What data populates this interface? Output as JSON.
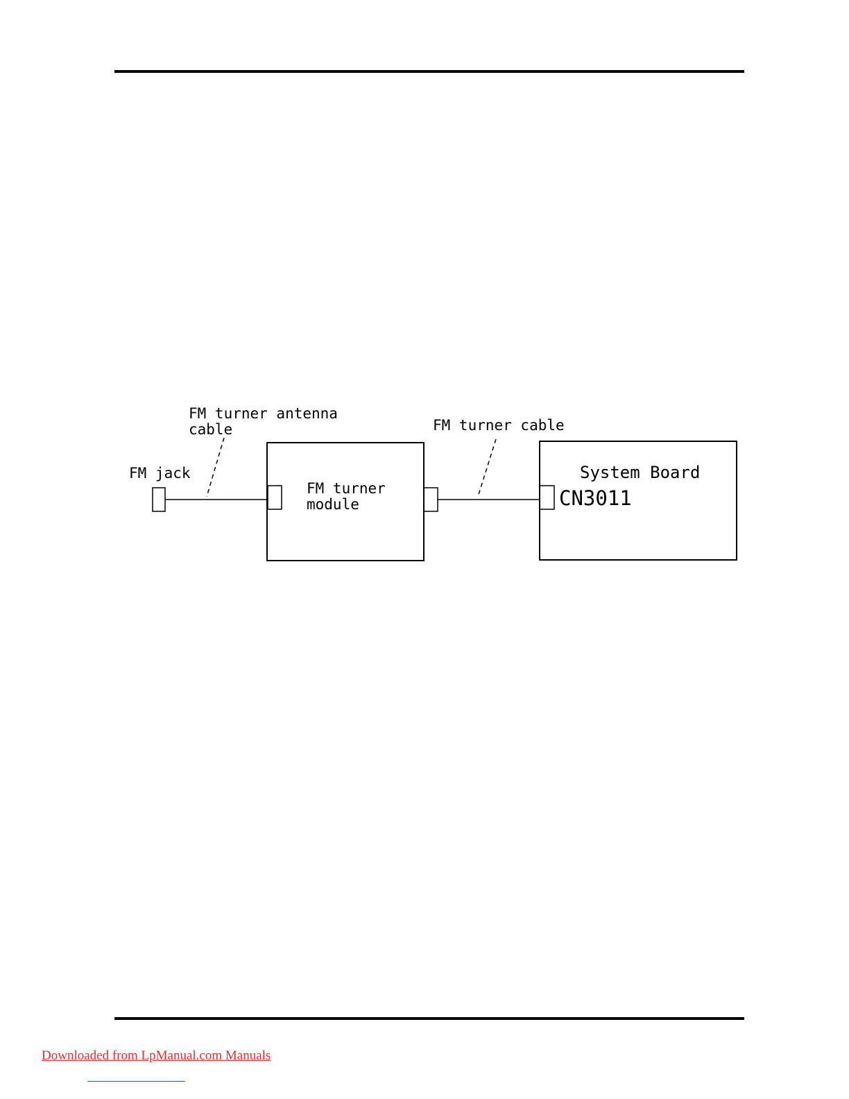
{
  "diagram": {
    "labels": {
      "antenna_cable_line1": "FM turner antenna",
      "antenna_cable_line2": "cable",
      "fm_jack": "FM jack",
      "module_line1": "FM turner",
      "module_line2": "module",
      "tuner_cable": "FM turner cable",
      "system_board": "System Board",
      "connector": "CN3011"
    }
  },
  "footer": {
    "link_text": "Downloaded from LpManual.com Manuals"
  }
}
